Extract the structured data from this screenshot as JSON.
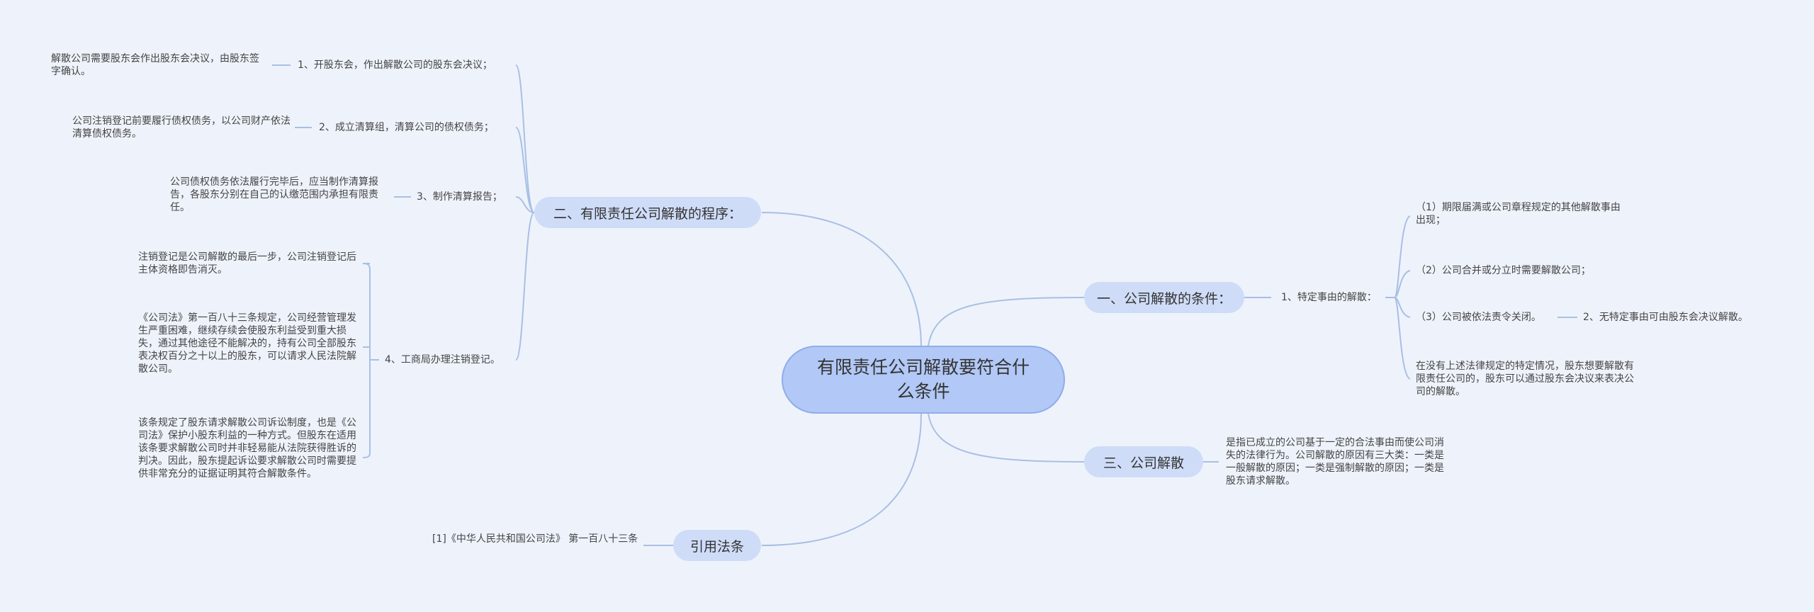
{
  "root": {
    "title": "有限责任公司解散要符合什么条件"
  },
  "branches": {
    "conditions": {
      "label": "一、公司解散的条件：",
      "sub1": {
        "label": "1、特定事由的解散：",
        "items": [
          "（1）期限届满或公司章程规定的其他解散事由出现；",
          "（2）公司合并或分立时需要解散公司；",
          "（3）公司被依法责令关闭。",
          "在没有上述法律规定的特定情况，股东想要解散有限责任公司的，股东可以通过股东会决议来表决公司的解散。"
        ]
      },
      "sub2": {
        "label": "2、无特定事由可由股东会决议解散。"
      }
    },
    "procedure": {
      "label": "二、有限责任公司解散的程序：",
      "steps": [
        {
          "label": "1、开股东会，作出解散公司的股东会决议；",
          "detail": "解散公司需要股东会作出股东会决议，由股东签字确认。"
        },
        {
          "label": "2、成立清算组，清算公司的债权债务；",
          "detail": "公司注销登记前要履行债权债务，以公司财产依法清算债权债务。"
        },
        {
          "label": "3、制作清算报告；",
          "detail": "公司债权债务依法履行完毕后，应当制作清算报告，各股东分别在自己的认缴范围内承担有限责任。"
        },
        {
          "label": "4、工商局办理注销登记。",
          "details": [
            "注销登记是公司解散的最后一步，公司注销登记后主体资格即告消灭。",
            "《公司法》第一百八十三条规定，公司经营管理发生严重困难，继续存续会使股东利益受到重大损失，通过其他途径不能解决的，持有公司全部股东表决权百分之十以上的股东，可以请求人民法院解散公司。",
            "该条规定了股东请求解散公司诉讼制度，也是《公司法》保护小股东利益的一种方式。但股东在适用该条要求解散公司时并非轻易能从法院获得胜诉的判决。因此，股东提起诉讼要求解散公司时需要提供非常充分的证据证明其符合解散条件。"
          ]
        }
      ]
    },
    "dissolution": {
      "label": "三、公司解散",
      "detail": "是指已成立的公司基于一定的合法事由而使公司消失的法律行为。公司解散的原因有三大类：一类是一般解散的原因；一类是强制解散的原因；一类是股东请求解散。"
    },
    "citation": {
      "label": "引用法条",
      "detail": "[1]《中华人民共和国公司法》 第一百八十三条"
    }
  },
  "colors": {
    "background": "#eef3fb",
    "root_fill": "#b2c8f6",
    "branch_fill": "#cfdcf8",
    "line": "#a9bfe3"
  }
}
